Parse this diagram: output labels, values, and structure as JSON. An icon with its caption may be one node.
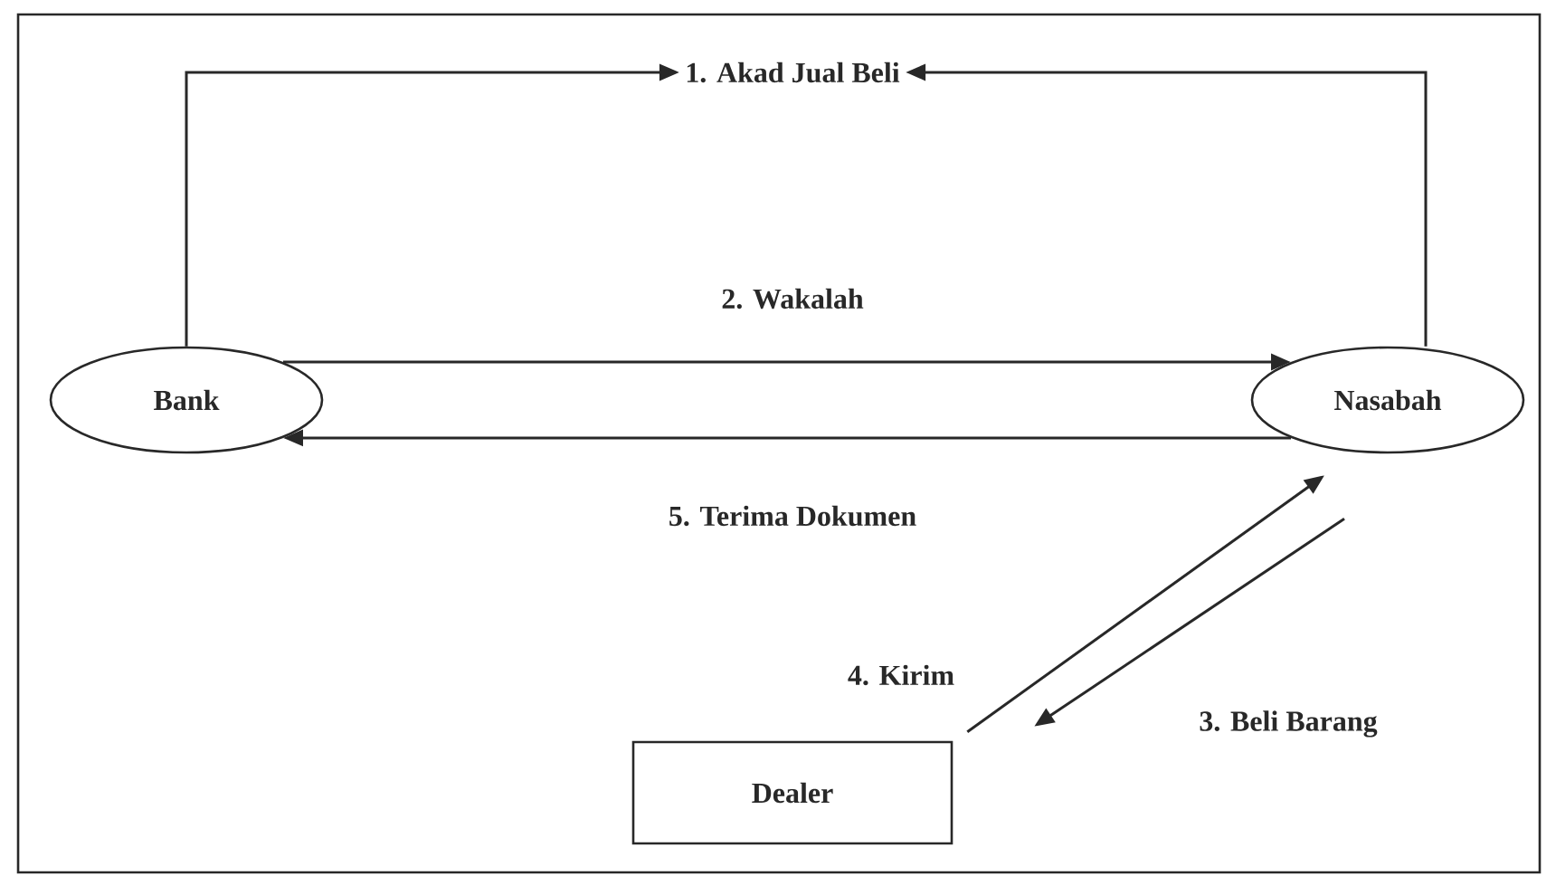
{
  "diagram": {
    "nodes": [
      {
        "text": [
          "Bank"
        ]
      },
      {
        "text": [
          "Nasabah"
        ]
      },
      {
        "text": [
          "Dealer"
        ]
      },
      {
        "text": [
          "1. Akad Jual Beli"
        ]
      }
    ],
    "edges": [
      {
        "from": 0,
        "to": 3,
        "arrow": "to"
      },
      {
        "from": 1,
        "to": 3,
        "arrow": "to"
      },
      {
        "from": 0,
        "to": 1,
        "arrow": "to",
        "label": "2. Wakalah"
      },
      {
        "from": 1,
        "to": 0,
        "arrow": "to",
        "label": "5. Terima Dokumen"
      },
      {
        "from": 1,
        "to": 2,
        "arrow": "to",
        "label": "3. Beli Barang"
      },
      {
        "from": 2,
        "to": 1,
        "arrow": "to",
        "label": "4. Kirim"
      }
    ]
  }
}
